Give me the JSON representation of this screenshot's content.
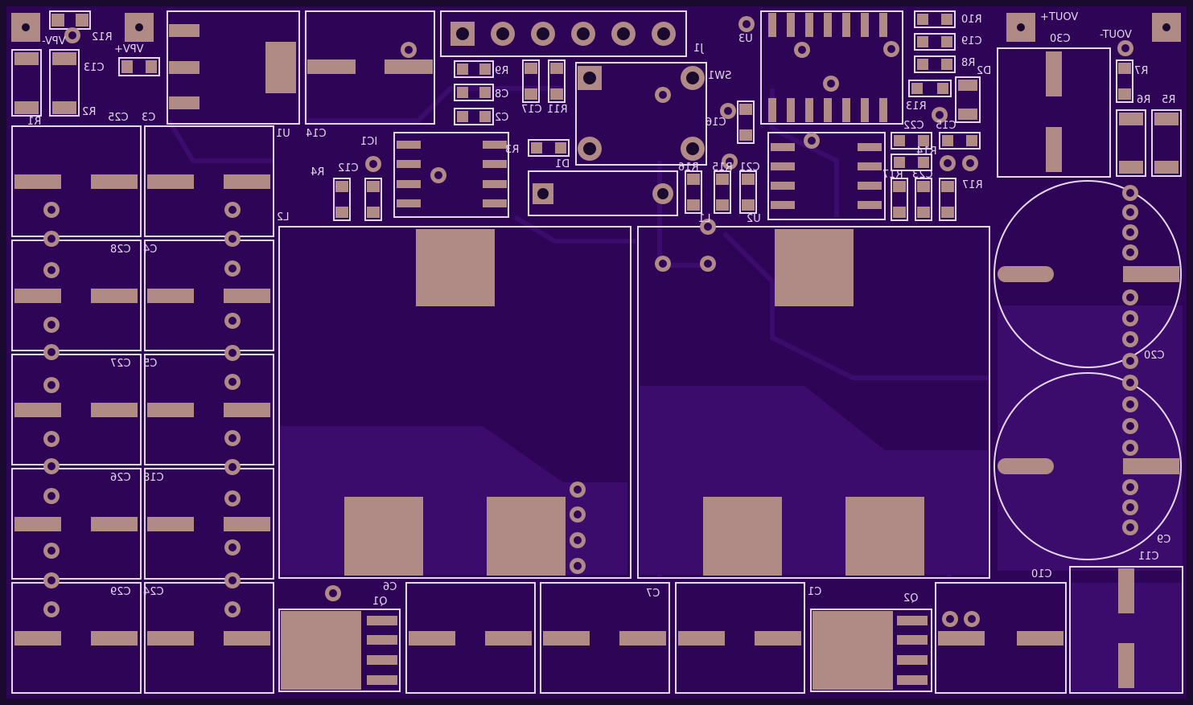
{
  "board": {
    "colors": {
      "substrate": "#2e0457",
      "copper": "#3b0c6b",
      "silk": "#e6d7f0",
      "pad": "#b08a85",
      "edge": "#1a0a2e"
    }
  },
  "labels": {
    "vpv_minus": "VPV-",
    "vpv_plus": "VPV+",
    "r12": "R12",
    "c13": "C13",
    "r1": "R1",
    "r2": "R2",
    "c25": "C25",
    "c3": "C3",
    "u1": "U1",
    "c14": "C14",
    "ic1": "IC1",
    "c12": "C12",
    "r4": "R4",
    "l2": "L2",
    "j1": "J1",
    "r9": "R9",
    "c8": "C8",
    "c2": "C2",
    "c17": "C17",
    "r11": "R11",
    "r3": "R3",
    "d1": "D1",
    "sw1": "SW1",
    "c16": "C16",
    "u3": "U3",
    "r10": "R10",
    "c19": "C19",
    "r8": "R8",
    "r13": "R13",
    "c22": "C22",
    "c15": "C15",
    "c21": "C21",
    "r15": "R15",
    "r16": "R16",
    "l1": "L1",
    "u2": "U2",
    "r14": "R14",
    "c23": "C23",
    "r17": "R17",
    "d2": "D2",
    "c30": "C30",
    "vout_plus": "VOUT+",
    "vout_minus": "VOUT-",
    "r7": "R7",
    "r6": "R6",
    "r5": "R5",
    "c20": "C20",
    "c9": "C9",
    "c11": "C11",
    "c10": "C10",
    "c28": "C28",
    "c4": "C4",
    "c27": "C27",
    "c5": "C5",
    "c26": "C26",
    "c18": "C18",
    "c29": "C29",
    "c24": "C24",
    "q1": "Q1",
    "c6": "C6",
    "c7": "C7",
    "c1": "C1",
    "q2": "Q2"
  }
}
